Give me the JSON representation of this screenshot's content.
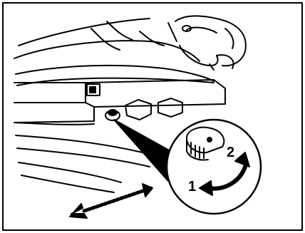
{
  "diagram": {
    "steps": [
      {
        "label": "1"
      },
      {
        "label": "2"
      }
    ],
    "colors": {
      "ink": "#000000",
      "paper": "#ffffff"
    },
    "icons": [
      "seat-cushion",
      "adjustment-knob",
      "rotate-arrow",
      "slide-arrow",
      "hand"
    ]
  }
}
